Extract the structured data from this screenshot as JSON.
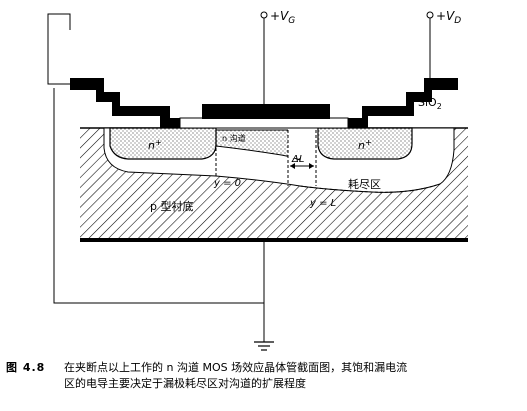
{
  "diagram": {
    "source_gate": "+V",
    "source_gate_sub": "G",
    "drain": "+V",
    "drain_sub": "D",
    "oxide": "SiO",
    "oxide_sub": "2",
    "source_region": "n",
    "source_region_sup": "+",
    "drain_region": "n",
    "drain_region_sup": "+",
    "channel": "n 沟道",
    "delta_l": "ΔL",
    "y0": "y = 0",
    "yL": "y = L",
    "depletion": "耗尽区",
    "substrate": "p 型衬底"
  },
  "caption": {
    "figure_number": "图 4.8",
    "line1": "在夹断点以上工作的 n 沟道 MOS 场效应晶体管截面图，其饱和漏电流",
    "line2": "区的电导主要决定于漏极耗尽区对沟道的扩展程度"
  }
}
